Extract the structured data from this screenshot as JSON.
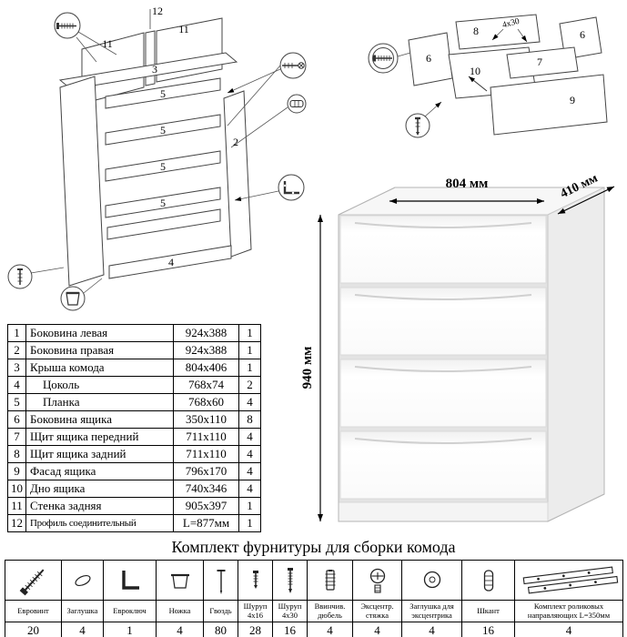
{
  "title": "Комплект фурнитуры для сборки комода",
  "dimensions": {
    "width": "804 мм",
    "depth": "410 мм",
    "height": "940 мм"
  },
  "diagram_labels": {
    "carcass": {
      "p2": "2",
      "p3": "3",
      "p4": "4",
      "p5": "5",
      "p11": "11",
      "p12": "12"
    },
    "drawer": {
      "p6": "6",
      "p7": "7",
      "p8": "8",
      "p9": "9",
      "p10": "10",
      "screw": "4x30"
    }
  },
  "parts": {
    "rows": [
      {
        "num": "1",
        "name": "Боковина левая",
        "size": "924x388",
        "qty": "1"
      },
      {
        "num": "2",
        "name": "Боковина правая",
        "size": "924x388",
        "qty": "1"
      },
      {
        "num": "3",
        "name": "Крыша комода",
        "size": "804x406",
        "qty": "1"
      },
      {
        "num": "4",
        "name": "Цоколь",
        "size": "768x74",
        "qty": "2"
      },
      {
        "num": "5",
        "name": "Планка",
        "size": "768x60",
        "qty": "4"
      },
      {
        "num": "6",
        "name": "Боковина ящика",
        "size": "350x110",
        "qty": "8"
      },
      {
        "num": "7",
        "name": "Щит ящика передний",
        "size": "711x110",
        "qty": "4"
      },
      {
        "num": "8",
        "name": "Щит ящика задний",
        "size": "711x110",
        "qty": "4"
      },
      {
        "num": "9",
        "name": "Фасад ящика",
        "size": "796x170",
        "qty": "4"
      },
      {
        "num": "10",
        "name": "Дно ящика",
        "size": "740x346",
        "qty": "4"
      },
      {
        "num": "11",
        "name": "Стенка задняя",
        "size": "905x397",
        "qty": "1"
      },
      {
        "num": "12",
        "name": "Профиль соединительный",
        "size": "L=877мм",
        "qty": "1"
      }
    ]
  },
  "hardware": {
    "items": [
      {
        "name": "Евровинт",
        "qty": "20",
        "icon": "euroscrew-icon"
      },
      {
        "name": "Заглушка",
        "qty": "4",
        "icon": "cap-icon"
      },
      {
        "name": "Евроключ",
        "qty": "1",
        "icon": "hexkey-icon"
      },
      {
        "name": "Ножка",
        "qty": "4",
        "icon": "foot-icon"
      },
      {
        "name": "Гвоздь",
        "qty": "80",
        "icon": "nail-icon"
      },
      {
        "name": "Шуруп 4x16",
        "qty": "28",
        "icon": "screw-short-icon"
      },
      {
        "name": "Шуруп 4x30",
        "qty": "16",
        "icon": "screw-long-icon"
      },
      {
        "name": "Ввинчив. дюбель",
        "qty": "4",
        "icon": "threaded-dowel-icon"
      },
      {
        "name": "Эксцентр. стяжка",
        "qty": "4",
        "icon": "cam-lock-icon"
      },
      {
        "name": "Заглушка для эксцентрика",
        "qty": "4",
        "icon": "cam-cap-icon"
      },
      {
        "name": "Шкант",
        "qty": "16",
        "icon": "wood-dowel-icon"
      },
      {
        "name": "Комплект роликовых направляющих L=350мм",
        "qty": "4",
        "icon": "roller-guides-icon"
      }
    ]
  }
}
